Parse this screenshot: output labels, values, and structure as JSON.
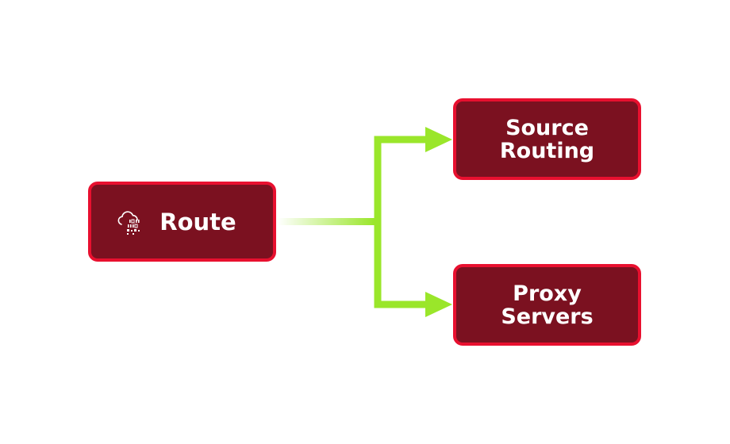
{
  "nodes": {
    "route": {
      "label": "Route",
      "icon": "cloud-data-icon"
    },
    "source_routing": {
      "label": "Source\nRouting"
    },
    "proxy_servers": {
      "label": "Proxy\nServers"
    }
  },
  "edges": [
    {
      "from": "Route",
      "to": "Source Routing"
    },
    {
      "from": "Route",
      "to": "Proxy Servers"
    }
  ],
  "colors": {
    "node_fill": "#7b1120",
    "node_border": "#e8102f",
    "node_text": "#ffffff",
    "connector": "#9ae62a"
  }
}
